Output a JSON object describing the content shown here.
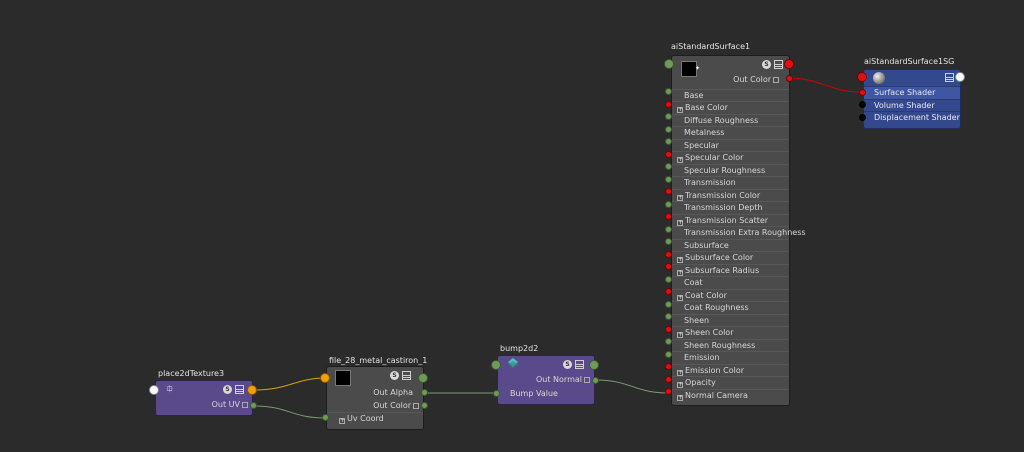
{
  "canvas": {
    "background": "#2b2b2b"
  },
  "colors": {
    "wire_gray": "#8a9a8a",
    "wire_yellow": "#d9a400",
    "wire_red": "#d00000",
    "purple": "#5a4a8c",
    "blue": "#34498d",
    "gray": "#4b4b4b"
  },
  "nodes": {
    "ai_surface": {
      "title": "aiStandardSurface1",
      "out_color": "Out Color",
      "attrs": [
        "Base",
        "Base Color",
        "Diffuse Roughness",
        "Metalness",
        "Specular",
        "Specular Color",
        "Specular Roughness",
        "Transmission",
        "Transmission Color",
        "Transmission Depth",
        "Transmission Scatter",
        "Transmission Extra Roughness",
        "Subsurface",
        "Subsurface Color",
        "Subsurface Radius",
        "Coat",
        "Coat Color",
        "Coat Roughness",
        "Sheen",
        "Sheen Color",
        "Sheen Roughness",
        "Emission",
        "Emission Color",
        "Opacity",
        "Normal Camera"
      ]
    },
    "shading_group": {
      "title": "aiStandardSurface1SG",
      "surface_shader": "Surface Shader",
      "volume_shader": "Volume Shader",
      "displacement_shader": "Displacement Shader"
    },
    "place2d": {
      "title": "place2dTexture3",
      "out_uv": "Out UV"
    },
    "file": {
      "title": "file_28_metal_castiron_1",
      "out_alpha": "Out Alpha",
      "out_color": "Out Color",
      "uv_coord": "Uv Coord"
    },
    "bump": {
      "title": "bump2d2",
      "out_normal": "Out Normal",
      "bump_value": "Bump Value"
    }
  },
  "icons": {
    "settings": "circle-s-icon",
    "layout": "layout-icon",
    "place2d": "texture-placement-icon",
    "bump": "bump-icon",
    "sg": "shading-group-sphere-icon"
  }
}
